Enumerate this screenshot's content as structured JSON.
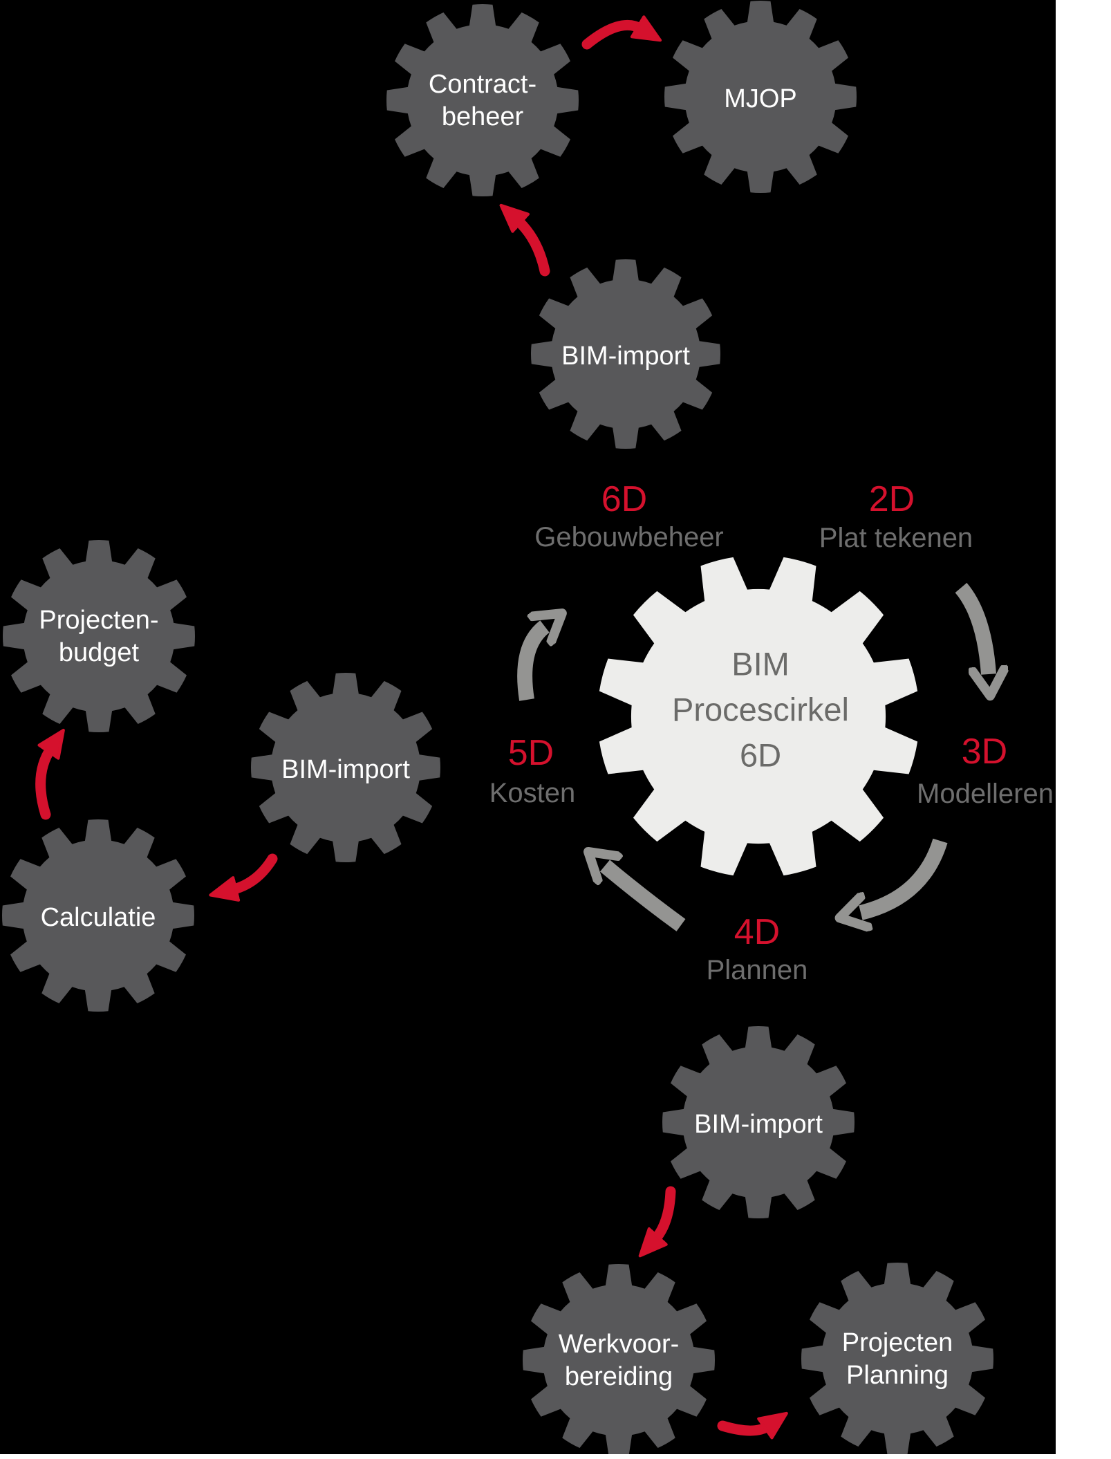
{
  "diagram_title": "BIM Procescirkel 6D",
  "colors": {
    "background_black": "#000000",
    "page_margin_white": "#ffffff",
    "gear_dark": "#58585a",
    "gear_light": "#ededeb",
    "gear_label_text": "#ffffff",
    "center_gear_text": "#6b6b69",
    "accent_red": "#d5112d",
    "stage_name_gray": "#6e6e6e",
    "arrow_gray": "#949492"
  },
  "center_gear": {
    "lines": [
      "BIM",
      "Procescirkel",
      "6D"
    ]
  },
  "stages": {
    "d2": {
      "dim": "2D",
      "name": "Plat tekenen"
    },
    "d3": {
      "dim": "3D",
      "name": "Modelleren"
    },
    "d4": {
      "dim": "4D",
      "name": "Plannen"
    },
    "d5": {
      "dim": "5D",
      "name": "Kosten"
    },
    "d6": {
      "dim": "6D",
      "name": "Gebouwbeheer"
    }
  },
  "gears": {
    "contract_beheer": {
      "lines": [
        "Contract-",
        "beheer"
      ]
    },
    "mjop": {
      "lines": [
        "MJOP"
      ]
    },
    "bim_import_top": {
      "lines": [
        "BIM-import"
      ]
    },
    "projecten_budget": {
      "lines": [
        "Projecten-",
        "budget"
      ]
    },
    "bim_import_left": {
      "lines": [
        "BIM-import"
      ]
    },
    "calculatie": {
      "lines": [
        "Calculatie"
      ]
    },
    "bim_import_bottom": {
      "lines": [
        "BIM-import"
      ]
    },
    "werkvoorbereiding": {
      "lines": [
        "Werkvoor-",
        "bereiding"
      ]
    },
    "projecten_planning": {
      "lines": [
        "Projecten",
        "Planning"
      ]
    }
  },
  "connections": [
    {
      "from": "Contract-beheer",
      "to": "MJOP",
      "color": "red"
    },
    {
      "from": "BIM-import (top)",
      "to": "Contract-beheer",
      "color": "red"
    },
    {
      "from": "BIM-import (left)",
      "to": "Calculatie",
      "color": "red"
    },
    {
      "from": "Calculatie",
      "to": "Projecten-budget",
      "color": "red"
    },
    {
      "from": "BIM-import (bottom)",
      "to": "Werkvoorbereiding",
      "color": "red"
    },
    {
      "from": "Werkvoorbereiding",
      "to": "Projecten Planning",
      "color": "red"
    },
    {
      "from": "5D Kosten",
      "to": "6D Gebouwbeheer",
      "color": "gray"
    },
    {
      "from": "2D Plat tekenen",
      "to": "3D Modelleren",
      "color": "gray"
    },
    {
      "from": "3D Modelleren",
      "to": "4D Plannen",
      "color": "gray"
    },
    {
      "from": "4D Plannen",
      "to": "5D Kosten",
      "color": "gray"
    }
  ]
}
